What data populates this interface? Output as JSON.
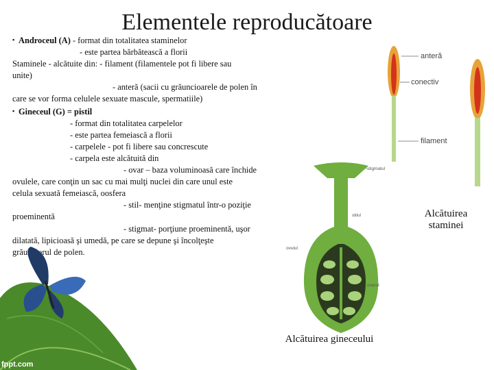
{
  "title": "Elementele reproducătoare",
  "lines": [
    {
      "text": "Androceul (A) - format din totalitatea staminelor",
      "cls": "bullet-a"
    },
    {
      "text": "- este partea bărbătească a florii",
      "cls": "ind1"
    },
    {
      "text": "Staminele - alcătuite din: - filament (filamentele pot fi libere sau",
      "cls": ""
    },
    {
      "text": "unite)",
      "cls": ""
    },
    {
      "text": "- anteră (sacii cu grăuncioarele de polen în",
      "cls": "ind2"
    },
    {
      "text": "care se vor forma celulele sexuate mascule, spermatiile)",
      "cls": ""
    },
    {
      "text": "Gineceul (G) = pistil",
      "cls": "bullet-g"
    },
    {
      "text": "- format din totalitatea carpelelor",
      "cls": "ind3"
    },
    {
      "text": "- este partea femeiască a florii",
      "cls": "ind3"
    },
    {
      "text": "- carpelele -  pot fi libere sau concrescute",
      "cls": "ind3"
    },
    {
      "text": "- carpela este alcătuită  din",
      "cls": "ind3"
    },
    {
      "text": "- ovar – baza voluminoasă care închide",
      "cls": "ind4"
    },
    {
      "text": "ovulele, care conţin un sac cu mai mulţi nuclei din care unul este",
      "cls": ""
    },
    {
      "text": "celula sexuată femeiască, oosfera",
      "cls": ""
    },
    {
      "text": "- stil- menţine stigmatul într-o poziţie",
      "cls": "ind4"
    },
    {
      "text": "proeminentă",
      "cls": ""
    },
    {
      "text": "- stigmat- porţiune proeminentă, uşor",
      "cls": "ind4"
    },
    {
      "text": "dilatată, lipicioasă şi umedă, pe care se depune şi încolţeşte",
      "cls": ""
    },
    {
      "text": "grăunciorul de polen.",
      "cls": ""
    }
  ],
  "bullet_a_bold": "Androceul (A)",
  "bullet_a_rest": " - format din totalitatea staminelor",
  "bullet_g_bold": "Gineceul (G) = pistil",
  "stamen_labels": {
    "antera": "anteră",
    "conectiv": "conectiv",
    "filament": "filament"
  },
  "pistil_labels": {
    "stigmat": "stigmatul",
    "stil": "stilul",
    "ovul": "ovulul",
    "ovar": "ovarul"
  },
  "caption_stamen_1": "Alcătuirea",
  "caption_stamen_2": "staminei",
  "caption_pistil": "Alcătuirea gineceului",
  "watermark": "fppt.com",
  "colors": {
    "anther": "#e8a23a",
    "anther_inner": "#d4331a",
    "filament": "#b7d88a",
    "pistil": "#6fae3f",
    "ovule": "#a9d37a"
  }
}
